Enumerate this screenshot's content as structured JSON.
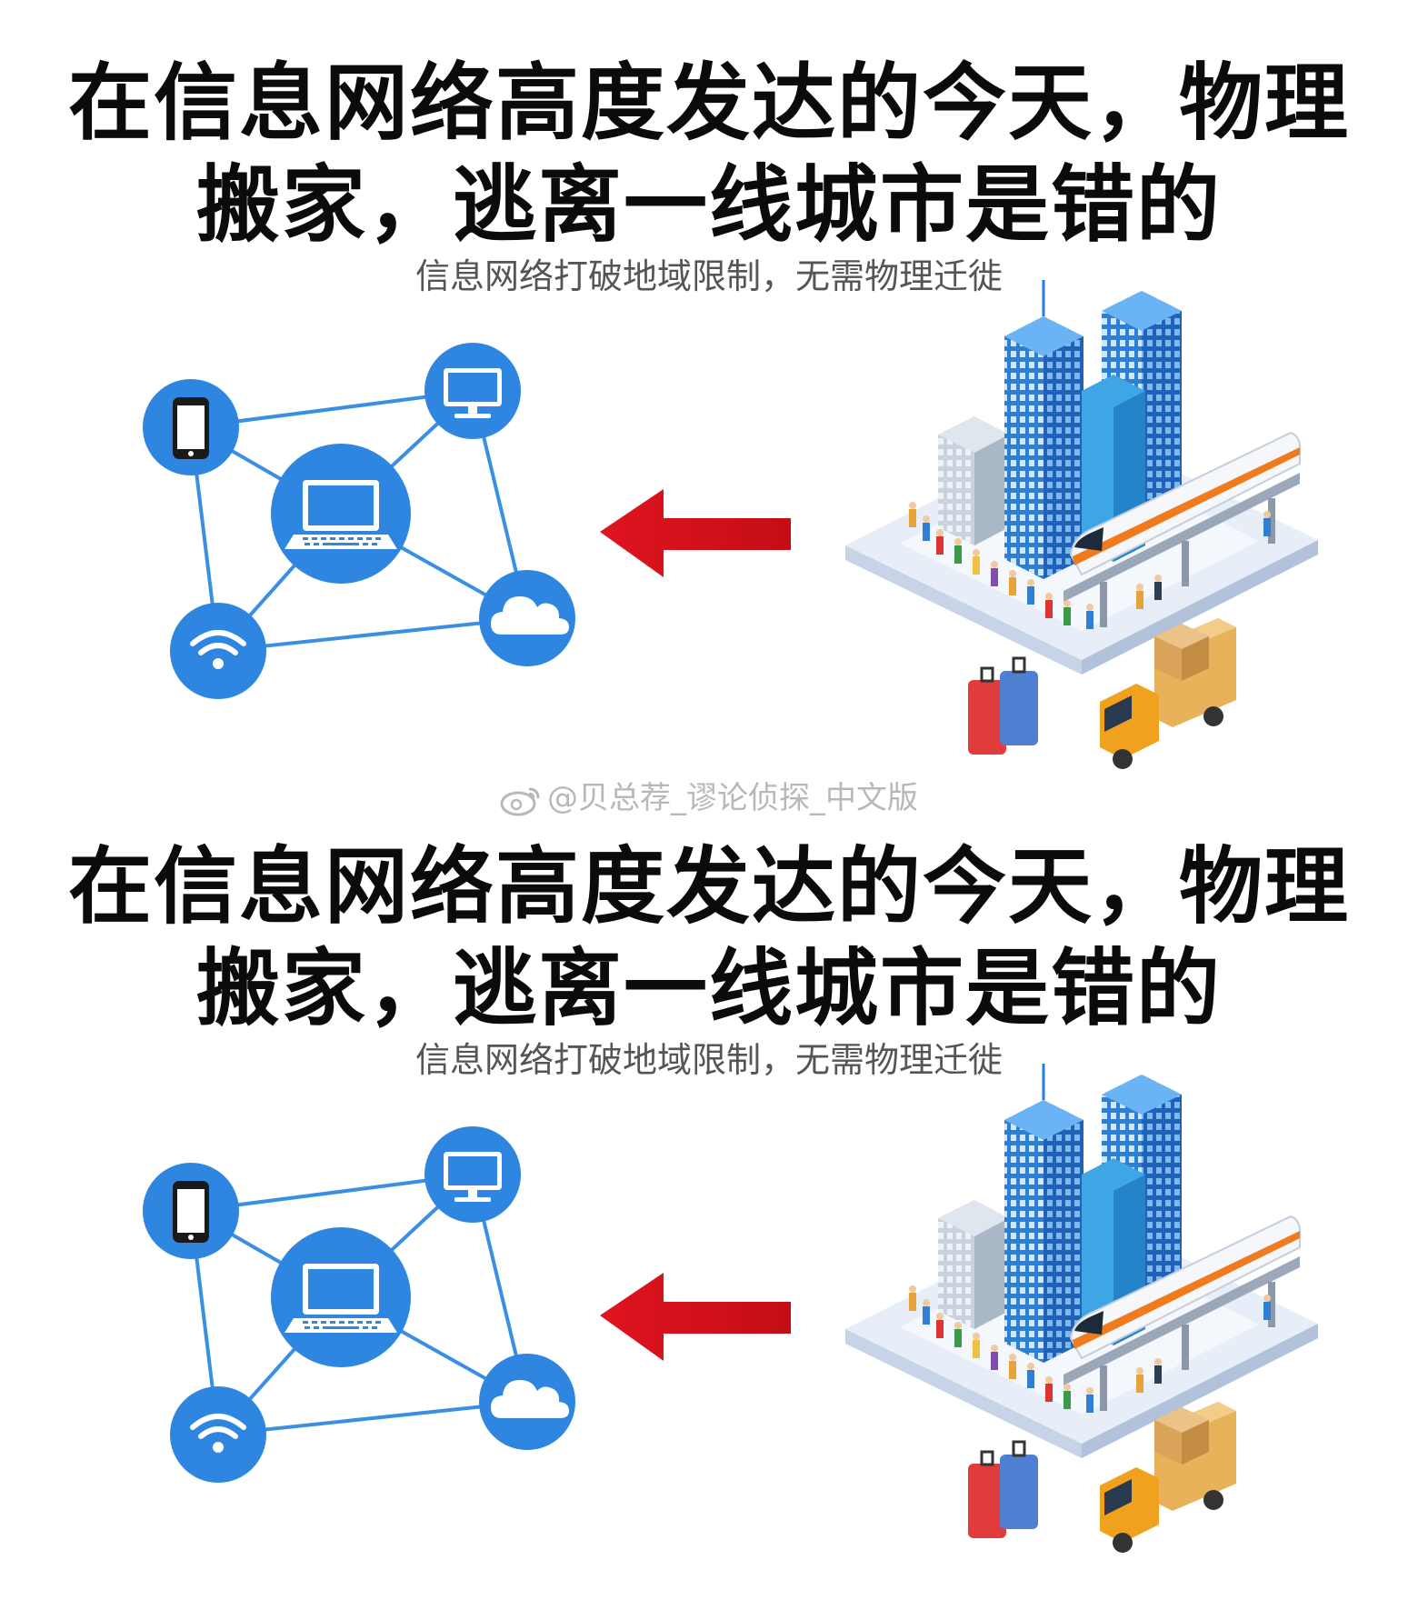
{
  "panels": [
    {
      "title_line1": "在信息网络高度发达的今天，物理",
      "title_line2": "搬家，逃离一线城市是错的",
      "subtitle": "信息网络打破地域限制，无需物理迁徙"
    },
    {
      "title_line1": "在信息网络高度发达的今天，物理",
      "title_line2": "搬家，逃离一线城市是错的",
      "subtitle": "信息网络打破地域限制，无需物理迁徙"
    }
  ],
  "watermark": "@贝总荐_谬论侦探_中文版",
  "network_nodes": [
    "phone-icon",
    "monitor-icon",
    "laptop-icon",
    "wifi-icon",
    "cloud-icon"
  ],
  "colors": {
    "node_blue": "#2f86e0",
    "line_blue": "#3a8fe3",
    "arrow_red": "#d6161f",
    "title": "#0b0b0b",
    "subtitle": "#555555"
  }
}
